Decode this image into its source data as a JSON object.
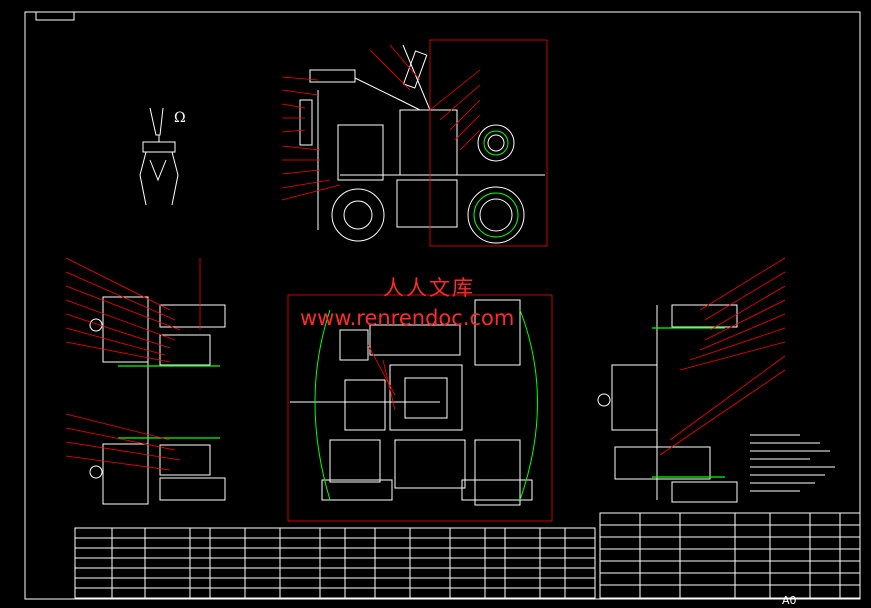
{
  "watermark": {
    "text_cn": "人人文库",
    "url": "www.renrendoc.com"
  },
  "drawing": {
    "symbol": "Ω",
    "sheet_size": "A0"
  },
  "colors": {
    "background": "#000000",
    "lines": "#ffffff",
    "leaders": "#ff0000",
    "accent": "#00ff00"
  }
}
